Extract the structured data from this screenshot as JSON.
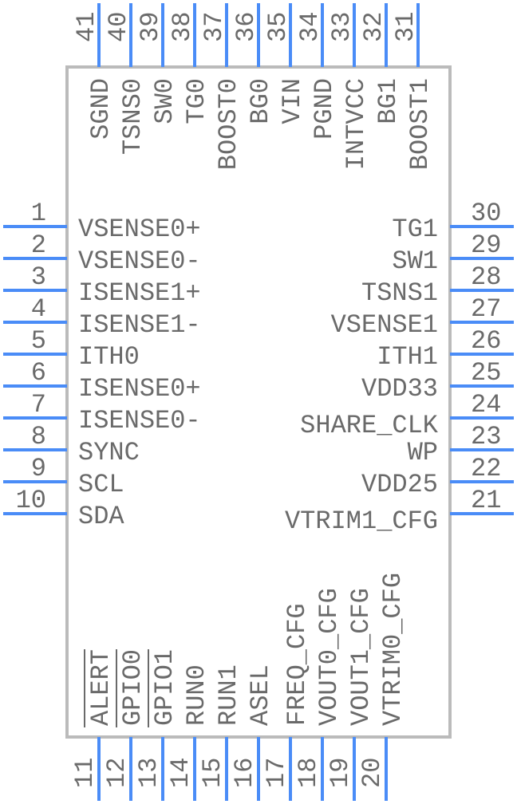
{
  "colors": {
    "pin": "#4a8cf7",
    "body": "#bbbbbb",
    "text": "#6a6a6a"
  },
  "pins": {
    "left": [
      {
        "num": "1",
        "name": "VSENSE0+"
      },
      {
        "num": "2",
        "name": "VSENSE0-"
      },
      {
        "num": "3",
        "name": "ISENSE1+"
      },
      {
        "num": "4",
        "name": "ISENSE1-"
      },
      {
        "num": "5",
        "name": "ITH0"
      },
      {
        "num": "6",
        "name": "ISENSE0+"
      },
      {
        "num": "7",
        "name": "ISENSE0-"
      },
      {
        "num": "8",
        "name": "SYNC"
      },
      {
        "num": "9",
        "name": "SCL"
      },
      {
        "num": "10",
        "name": "SDA"
      }
    ],
    "right": [
      {
        "num": "30",
        "name": "TG1"
      },
      {
        "num": "29",
        "name": "SW1"
      },
      {
        "num": "28",
        "name": "TSNS1"
      },
      {
        "num": "27",
        "name": "VSENSE1"
      },
      {
        "num": "26",
        "name": "ITH1"
      },
      {
        "num": "25",
        "name": "VDD33"
      },
      {
        "num": "24",
        "name": "SHARE_CLK"
      },
      {
        "num": "23",
        "name": "WP"
      },
      {
        "num": "22",
        "name": "VDD25"
      },
      {
        "num": "21",
        "name": "VTRIM1_CFG"
      }
    ],
    "top": [
      {
        "num": "41",
        "name": "SGND"
      },
      {
        "num": "40",
        "name": "TSNS0"
      },
      {
        "num": "39",
        "name": "SW0"
      },
      {
        "num": "38",
        "name": "TG0"
      },
      {
        "num": "37",
        "name": "BOOST0"
      },
      {
        "num": "36",
        "name": "BG0"
      },
      {
        "num": "35",
        "name": "VIN"
      },
      {
        "num": "34",
        "name": "PGND"
      },
      {
        "num": "33",
        "name": "INTVCC"
      },
      {
        "num": "32",
        "name": "BG1"
      },
      {
        "num": "31",
        "name": "BOOST1"
      }
    ],
    "bottom": [
      {
        "num": "11",
        "name": "ALERT",
        "overbar": true
      },
      {
        "num": "12",
        "name": "GPIO0",
        "overbar": true
      },
      {
        "num": "13",
        "name": "GPIO1",
        "overbar": true
      },
      {
        "num": "14",
        "name": "RUN0"
      },
      {
        "num": "15",
        "name": "RUN1"
      },
      {
        "num": "16",
        "name": "ASEL"
      },
      {
        "num": "17",
        "name": "FREQ_CFG"
      },
      {
        "num": "18",
        "name": "VOUT0_CFG"
      },
      {
        "num": "19",
        "name": "VOUT1_CFG"
      },
      {
        "num": "20",
        "name": "VTRIM0_CFG"
      }
    ]
  }
}
